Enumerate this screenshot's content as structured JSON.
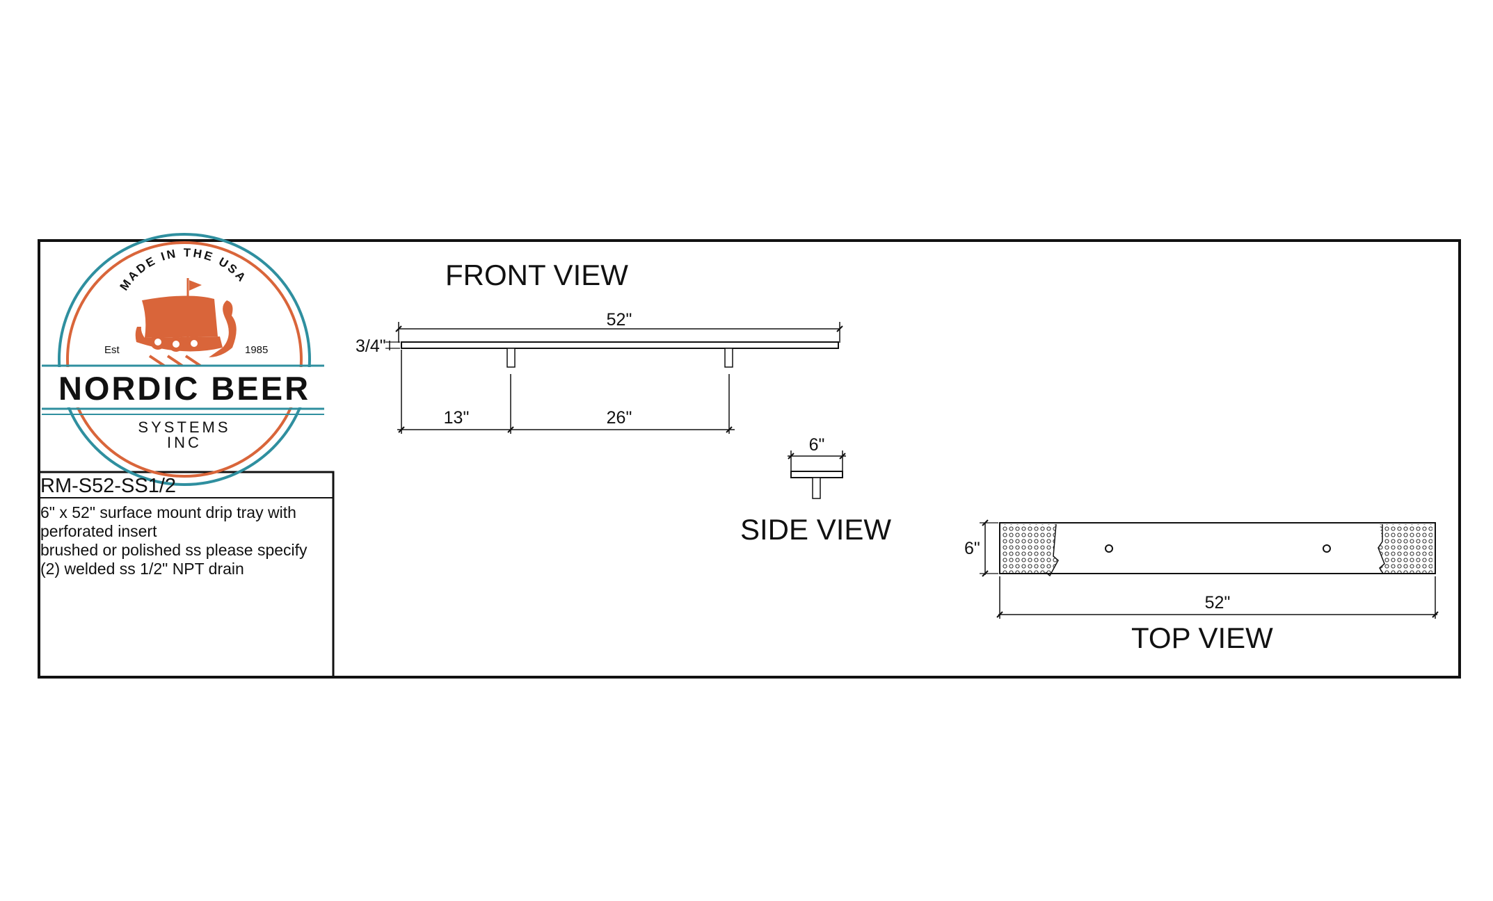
{
  "logo": {
    "arc_text": "MADE IN THE USA",
    "est_label": "Est",
    "est_year": "1985",
    "brand": "NORDIC BEER",
    "sub1": "SYSTEMS",
    "sub2": "INC",
    "colors": {
      "orange": "#d9653a",
      "teal": "#2f8f9f",
      "navy": "#1d4e5c"
    }
  },
  "info": {
    "model": "RM-S52-SS1/2",
    "lines": [
      "6\" x 52\" surface mount drip tray with",
      "perforated insert",
      "brushed or polished ss please specify",
      "(2) welded ss 1/2\" NPT drain"
    ]
  },
  "views": {
    "front": {
      "title": "FRONT VIEW",
      "dims": {
        "length": "52\"",
        "height": "3/4\"",
        "offset": "13\"",
        "spacing": "26\""
      }
    },
    "side": {
      "title": "SIDE VIEW",
      "dims": {
        "width": "6\""
      }
    },
    "top": {
      "title": "TOP VIEW",
      "dims": {
        "width": "6\"",
        "length": "52\""
      }
    }
  }
}
